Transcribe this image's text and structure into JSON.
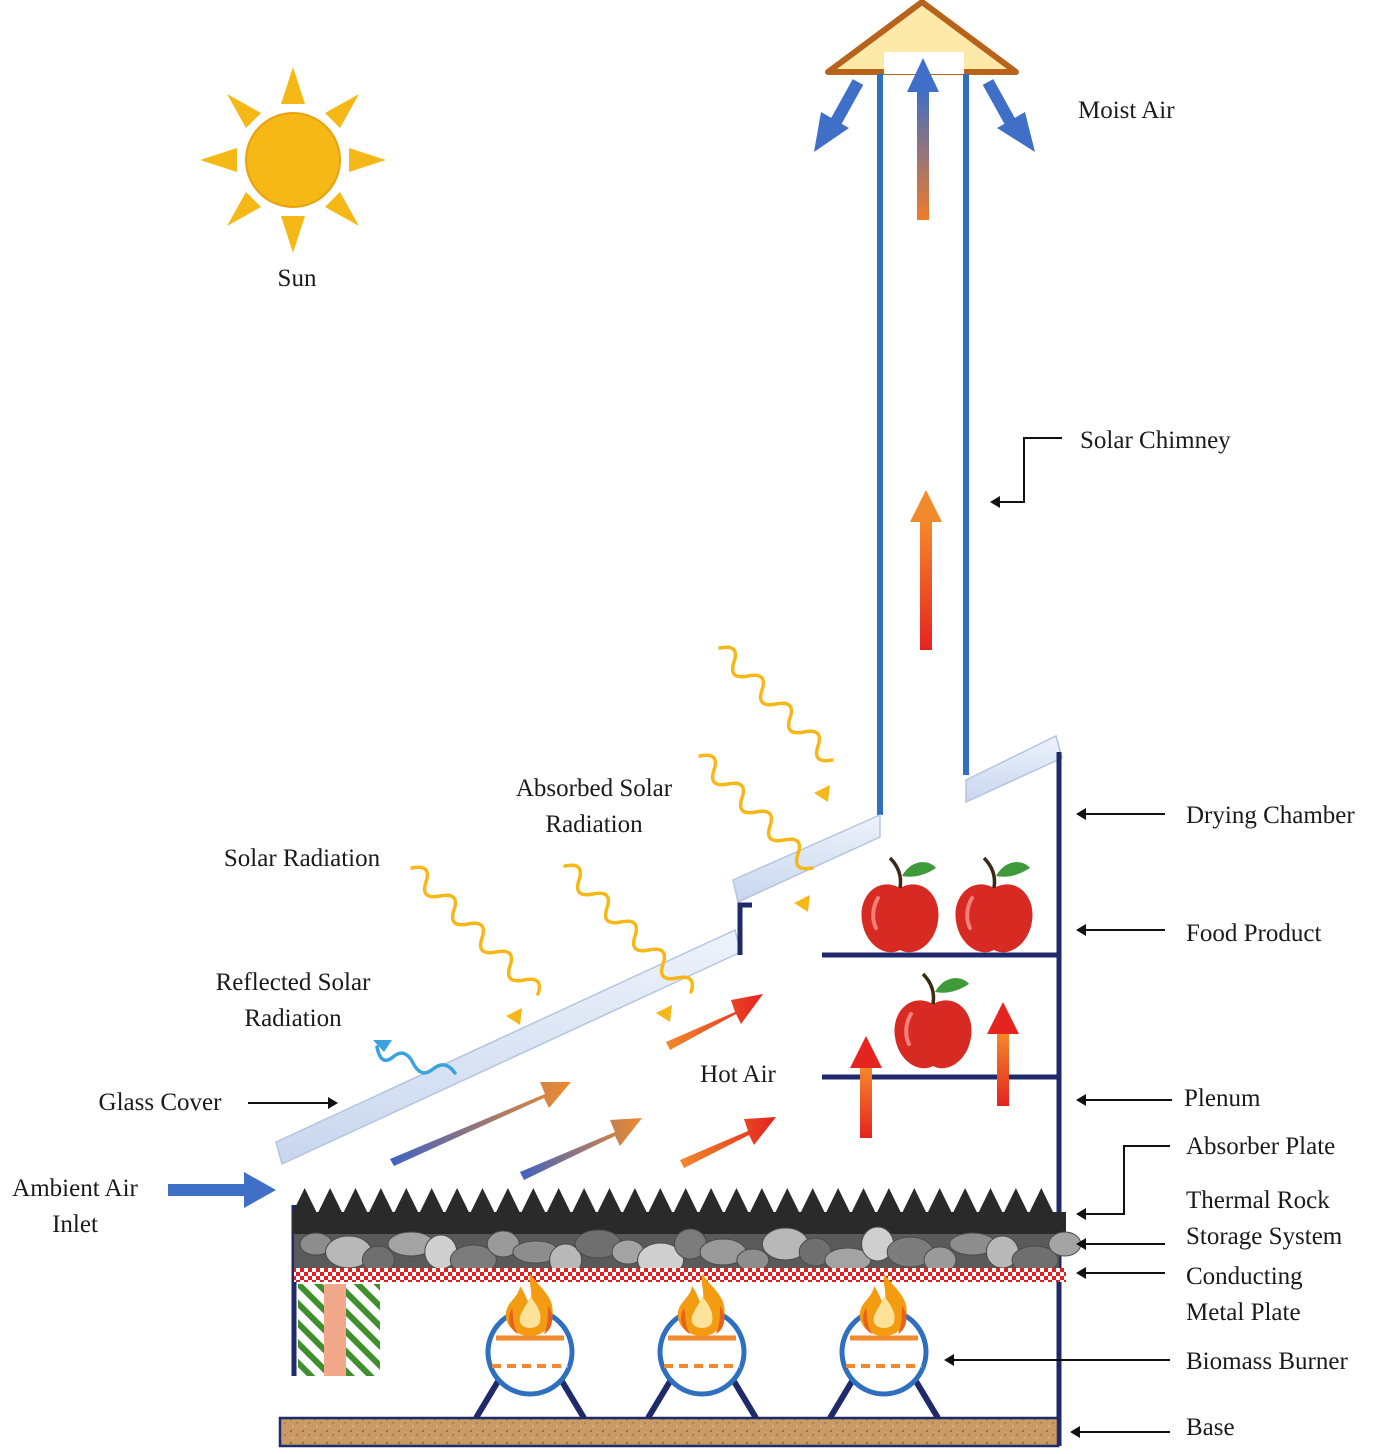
{
  "labels": {
    "sun": "Sun",
    "moist_air": "Moist Air",
    "solar_chimney": "Solar Chimney",
    "drying_chamber": "Drying Chamber",
    "food_product": "Food Product",
    "plenum": "Plenum",
    "absorber_plate": "Absorber Plate",
    "thermal_rock_1": "Thermal Rock",
    "thermal_rock_2": "Storage System",
    "conducting_1": "Conducting",
    "conducting_2": "Metal Plate",
    "biomass_burner": "Biomass Burner",
    "base": "Base",
    "absorbed_1": "Absorbed Solar",
    "absorbed_2": "Radiation",
    "solar_radiation": "Solar Radiation",
    "reflected_1": "Reflected Solar",
    "reflected_2": "Radiation",
    "hot_air": "Hot Air",
    "glass_cover": "Glass Cover",
    "ambient_1": "Ambient Air",
    "ambient_2": "Inlet"
  },
  "colors": {
    "sun": "#f5b816",
    "radiation_wave": "#f5b816",
    "reflected_wave": "#3aa3dc",
    "frame": "#1f2a6b",
    "chimney_wall": "#2f6fbf",
    "cold_air": "#3f6fc6",
    "hot_air": "#e83a1c",
    "warm_air": "#f08a2c",
    "glass": "#d9e4f5",
    "absorber": "#2a2a2a",
    "conducting_plate": "#e02020",
    "base": "#c89a66",
    "apple": "#d62a22",
    "flame": "#f39c12"
  },
  "icons": [
    "sun-icon",
    "apple-icon",
    "flame-icon",
    "rock-icon",
    "arrow-icon"
  ]
}
